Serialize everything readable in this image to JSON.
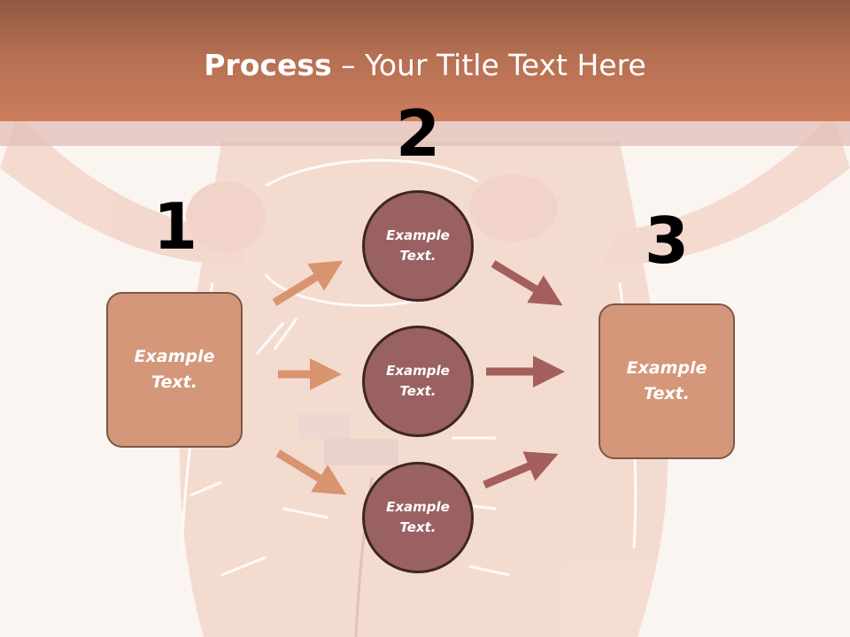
{
  "title": {
    "bold": "Process",
    "rest": " – Your Title Text Here"
  },
  "steps": [
    {
      "number": "1",
      "text": "Example Text."
    },
    {
      "number": "2",
      "items": [
        "Example Text.",
        "Example Text.",
        "Example Text."
      ]
    },
    {
      "number": "3",
      "text": "Example Text."
    }
  ],
  "colors": {
    "title_bar": "#cc7d5e",
    "box_fill": "#d4977a",
    "circle_fill": "#9a6162",
    "arrow_left": "#d8936f",
    "arrow_right": "#a45f5c"
  }
}
